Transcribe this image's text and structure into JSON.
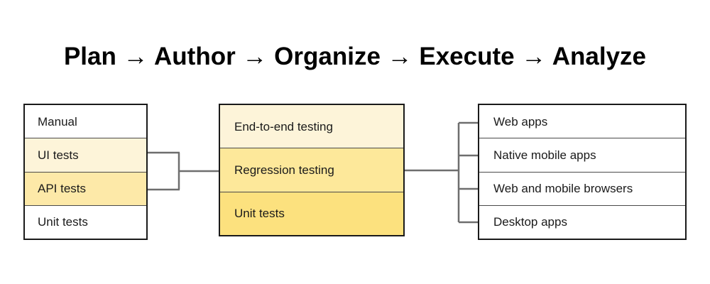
{
  "title": "Plan → Author → Organize → Execute → Analyze",
  "colors": {
    "border": "#1a1a1a",
    "divider": "#4a4a4a",
    "connector": "#6e6e6e",
    "text": "#1a1a1a",
    "white": "#ffffff",
    "yellow_1": "#fdf4d9",
    "yellow_2": "#fde9a8",
    "yellow_3": "#fde89a",
    "yellow_4": "#fce17e"
  },
  "columns": {
    "left": {
      "name": "test-types",
      "cells": [
        {
          "label": "Manual",
          "fill": "#ffffff"
        },
        {
          "label": "UI tests",
          "fill": "#fdf4d9"
        },
        {
          "label": "API tests",
          "fill": "#fde9a8"
        },
        {
          "label": "Unit tests",
          "fill": "#ffffff"
        }
      ]
    },
    "middle": {
      "name": "test-levels",
      "cells": [
        {
          "label": "End-to-end testing",
          "fill": "#fdf4d9"
        },
        {
          "label": "Regression testing",
          "fill": "#fde89a"
        },
        {
          "label": "Unit tests",
          "fill": "#fce17e"
        }
      ]
    },
    "right": {
      "name": "targets",
      "cells": [
        {
          "label": "Web apps",
          "fill": "#ffffff"
        },
        {
          "label": "Native mobile apps",
          "fill": "#ffffff"
        },
        {
          "label": "Web and mobile browsers",
          "fill": "#ffffff"
        },
        {
          "label": "Desktop apps",
          "fill": "#ffffff"
        }
      ]
    }
  },
  "connectors": {
    "left_to_middle": "bracket joining UI tests and API tests rows into middle column",
    "middle_to_right": "bracket fanning out from middle column to four target rows"
  }
}
